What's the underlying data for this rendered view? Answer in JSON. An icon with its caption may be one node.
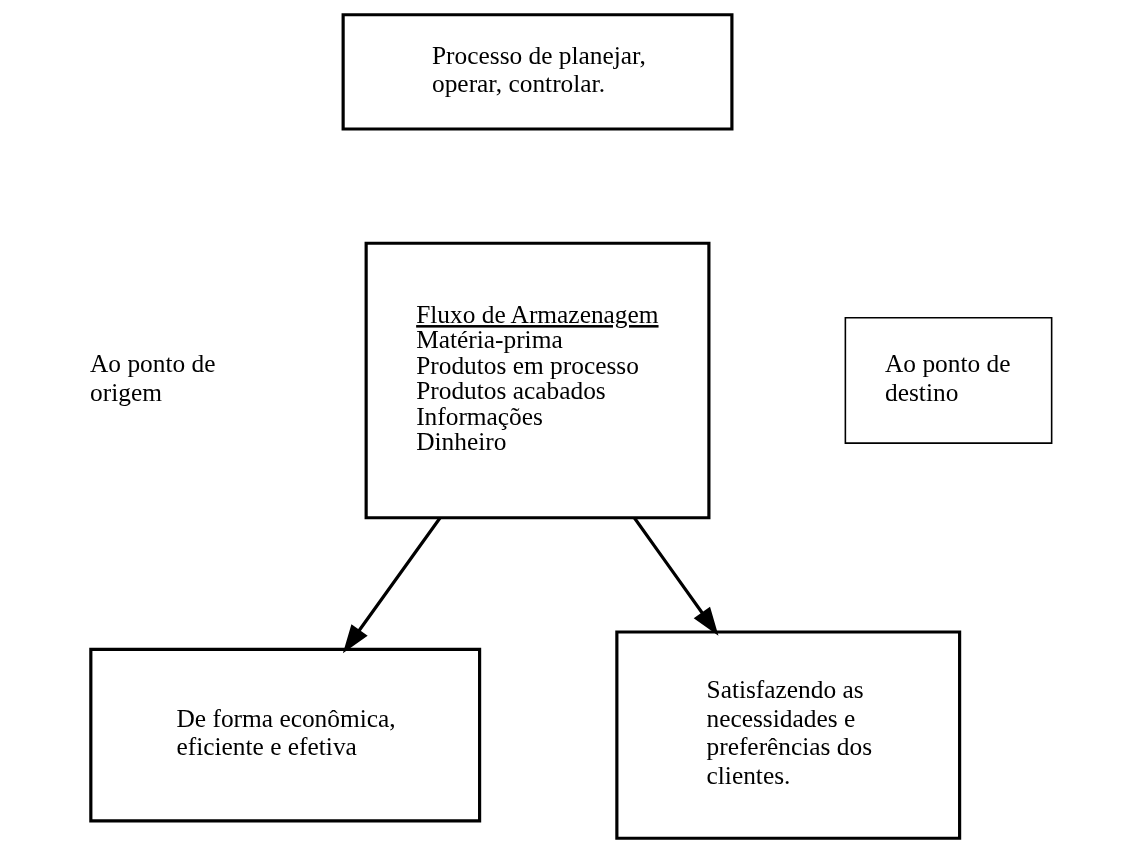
{
  "diagram": {
    "nodes": [
      {
        "text": [
          "Processo de planejar, operar, controlar."
        ]
      },
      {
        "text": [
          "Fluxo de Armazenagem",
          "Matéria-prima",
          "Produtos em processo",
          "Produtos acabados",
          "Informações",
          "Dinheiro"
        ]
      },
      {
        "text": [
          "Ao ponto de destino"
        ]
      },
      {
        "text": [
          "De forma econômica, eficiente e efetiva"
        ]
      },
      {
        "text": [
          "Satisfazendo as necessidades e preferências dos clientes."
        ]
      }
    ],
    "edges": [
      {
        "from": 1,
        "to": 3,
        "arrow": "to"
      },
      {
        "from": 1,
        "to": 4,
        "arrow": "to"
      }
    ],
    "labels": [
      "Ao ponto de origem"
    ]
  }
}
